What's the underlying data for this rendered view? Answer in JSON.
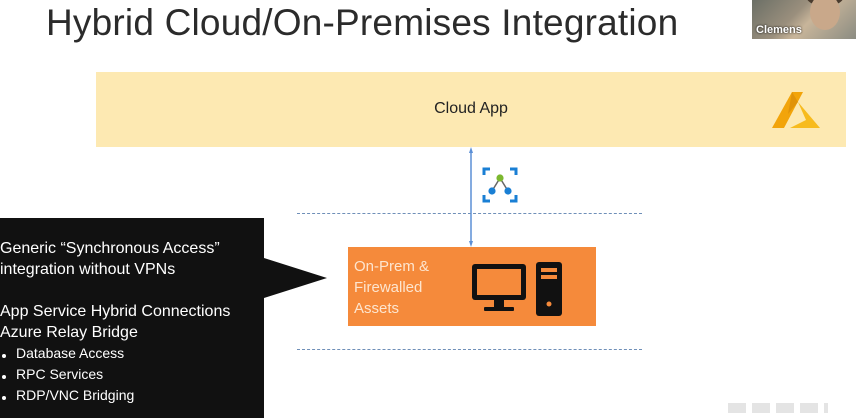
{
  "slide": {
    "title": "Hybrid Cloud/On-Premises Integration"
  },
  "video": {
    "name_tag": "Clemens"
  },
  "diagram": {
    "cloud_app_label": "Cloud App",
    "onprem_label": "On-Prem &\nFirewalled\nAssets",
    "icons": [
      "azure-logo-icon",
      "relay-connection-icon",
      "computer-icon"
    ]
  },
  "callout": {
    "line1": "Generic “Synchronous Access”",
    "line2": "integration without VPNs",
    "line3": "App Service Hybrid Connections",
    "line4": "Azure Relay Bridge",
    "bullets": [
      "Database Access",
      "RPC Services",
      "RDP/VNC Bridging"
    ]
  },
  "colors": {
    "cloud_bar": "#fde9b2",
    "onprem_box": "#f58a3b",
    "callout_bg": "#111111",
    "connector": "#5b8fd6",
    "azure": "#f2a40a"
  }
}
